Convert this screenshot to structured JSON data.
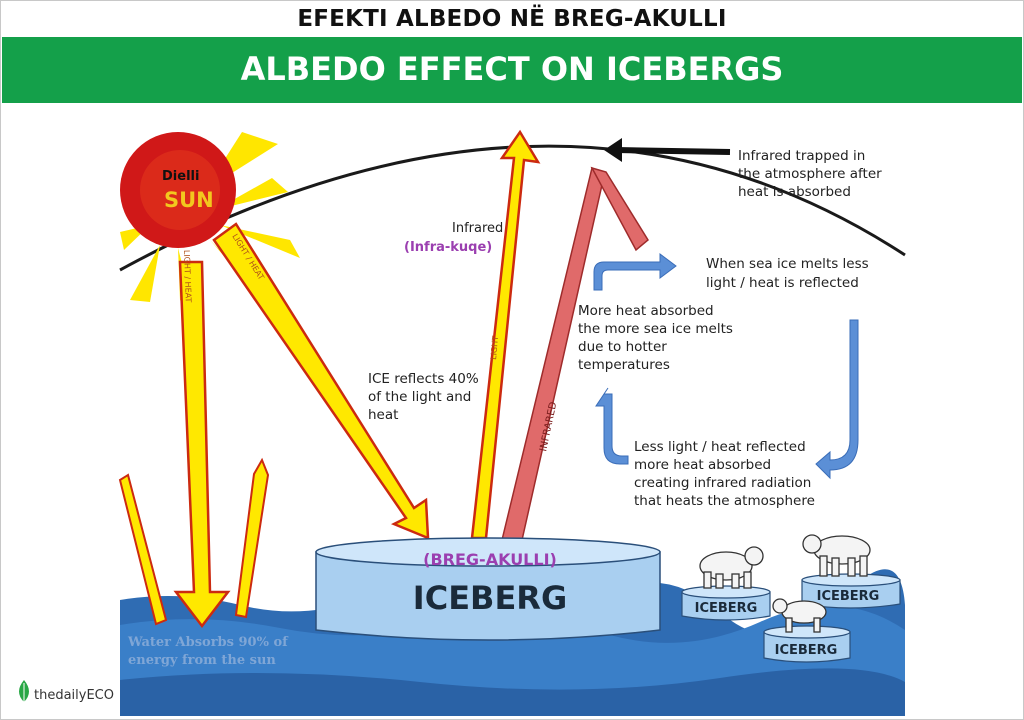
{
  "title_sq": "EFEKTI ALBEDO NË BREG-AKULLI",
  "title_en": "ALBEDO EFFECT ON ICEBERGS",
  "sun": {
    "label_sq": "Dielli",
    "label_en": "SUN"
  },
  "beams": {
    "light_heat_1": "LIGHT / HEAT",
    "light_heat_2": "LIGHT / HEAT",
    "light": "LIGHT",
    "infrared_beam": "INFRARED"
  },
  "labels": {
    "infrared": "Infrared",
    "infrared_sq": "(Infra-kuqe)",
    "ice_reflects": [
      "ICE reflects 40%",
      "of the light and",
      "heat"
    ],
    "trapped": [
      "Infrared trapped in",
      "the atmosphere after",
      "heat is absorbed"
    ],
    "melts_less": [
      "When sea ice melts less",
      "light / heat is reflected"
    ],
    "more_heat": [
      "More heat absorbed",
      "the more sea ice melts",
      "due to hotter",
      "temperatures"
    ],
    "less_light": [
      "Less light / heat reflected",
      "more heat absorbed",
      "creating infrared radiation",
      "that heats the atmosphere"
    ],
    "water": [
      "Water Absorbs 90% of",
      "energy from the sun"
    ],
    "breg_akulli": "(BREG-AKULLI)"
  },
  "icebergs": {
    "main": "ICEBERG",
    "small_1": "ICEBERG",
    "small_2": "ICEBERG",
    "small_3": "ICEBERG"
  },
  "logo": "thedailyECO",
  "colors": {
    "banner": "#14a04a",
    "sun": "#d01818",
    "ray": "#ffe600",
    "beam_fill": "#ffe800",
    "beam_edge": "#cc2a10",
    "infrared": "#e06a6a",
    "loop_arrow": "#5b8fd6",
    "ocean": "#2f6cb3",
    "iceberg": "#a9cff0"
  }
}
